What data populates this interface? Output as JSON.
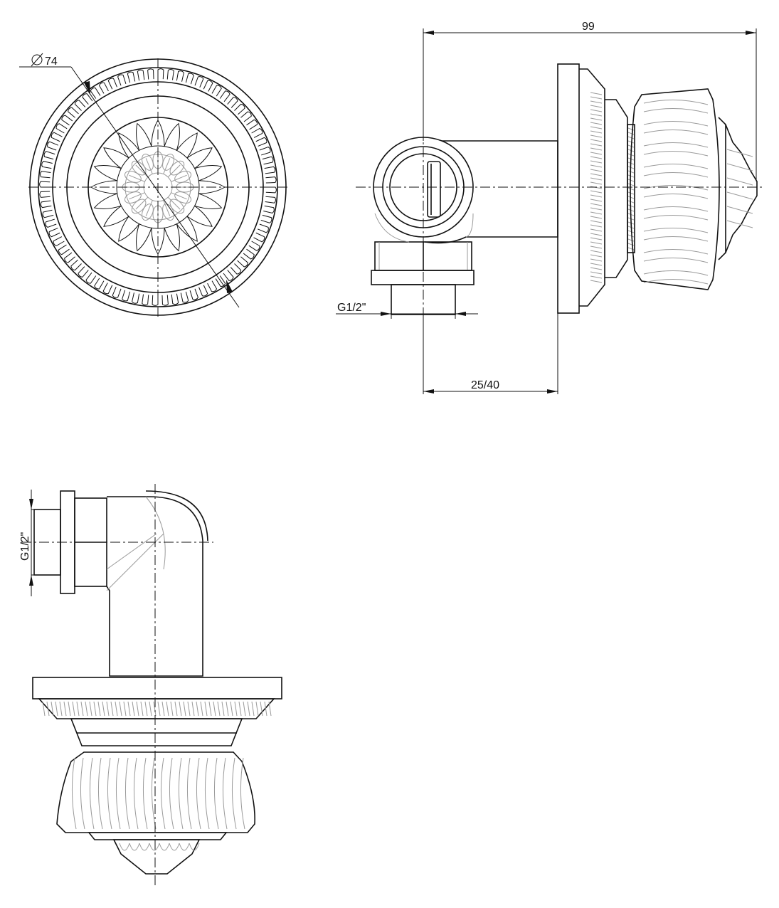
{
  "dimensions": {
    "diameter": "74",
    "overall_length": "99",
    "wall_depth": "25/40",
    "thread_side": "G1/2\"",
    "thread_bottom": "G1/2\""
  }
}
